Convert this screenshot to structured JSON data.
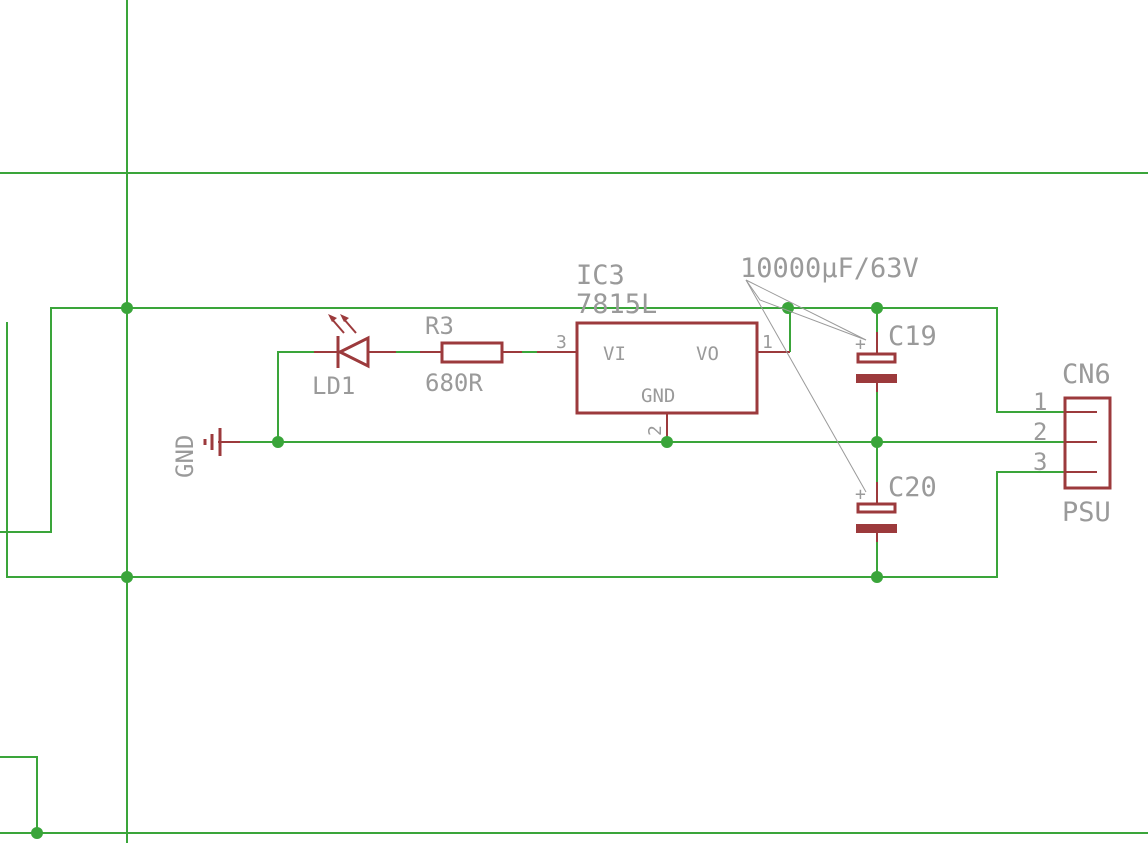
{
  "components": {
    "ic": {
      "ref": "IC3",
      "value": "7815L",
      "pin_in_label": "VI",
      "pin_out_label": "VO",
      "pin_gnd_label": "GND",
      "pin_in_num": "3",
      "pin_out_num": "1",
      "pin_gnd_num": "2"
    },
    "led": {
      "ref": "LD1"
    },
    "resistor": {
      "ref": "R3",
      "value": "680R"
    },
    "cap_top": {
      "ref": "C19"
    },
    "cap_bottom": {
      "ref": "C20"
    },
    "cap_plus": "+",
    "cap_value_note": "10000µF/63V",
    "connector": {
      "ref": "CN6",
      "value": "PSU",
      "pins": [
        "1",
        "2",
        "3"
      ]
    },
    "ground": {
      "label": "GND"
    }
  },
  "colors": {
    "wire": "#3aa53a",
    "part": "#9c3a3c",
    "label": "#9a9a9a",
    "background": "#ffffff"
  }
}
